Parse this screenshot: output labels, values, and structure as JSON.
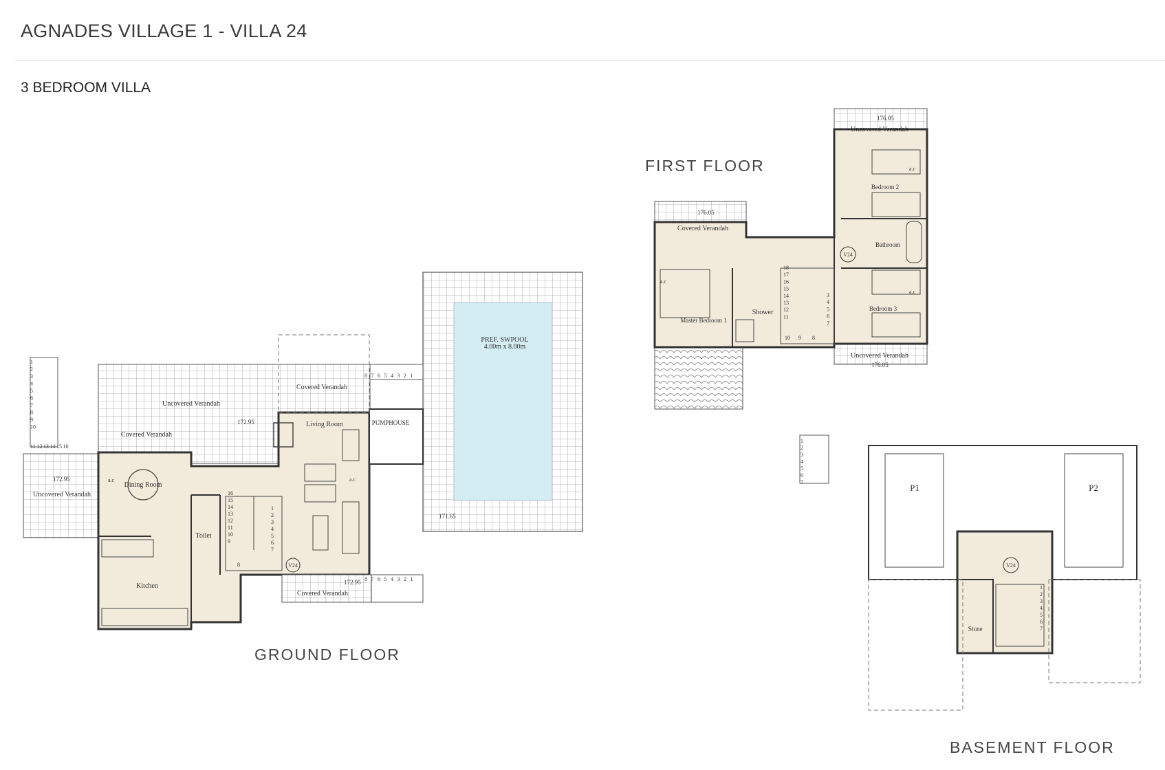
{
  "header": {
    "title": "AGNADES VILLAGE 1 - VILLA 24"
  },
  "subtitle": "3 BEDROOM VILLA",
  "floors": {
    "ground": {
      "label": "GROUND FLOOR",
      "rooms": {
        "uncovered_verandah_top": "Uncovered Verandah",
        "covered_verandah_top": "Covered Verandah",
        "covered_verandah_left": "Covered Verandah",
        "uncovered_verandah_left": "Uncovered Verandah",
        "living_room": "Living Room",
        "dining_room": "Dining Room",
        "toilet": "Toilet",
        "kitchen": "Kitchen",
        "pumphouse": "PUMPHOUSE",
        "covered_verandah_bottom": "Covered Verandah",
        "pool_name": "PREF. SWPOOL",
        "pool_size": "4.00m x 8.00m"
      },
      "levels": {
        "center": "172.95",
        "left": "172.95",
        "entrance": "172.95",
        "pool": "171.65"
      },
      "ac_left": "a.c",
      "ac_right": "a.c",
      "villa_tag": "V24",
      "stairs_left": [
        "1",
        "2",
        "3",
        "4",
        "5",
        "6",
        "7",
        "8",
        "9",
        "10"
      ],
      "stairs_left_bottom": [
        "11",
        "12",
        "13",
        "14",
        "15",
        "16"
      ],
      "stairs_main_left": [
        "16",
        "15",
        "14",
        "13",
        "12",
        "11",
        "10",
        "9"
      ],
      "stairs_main_right": [
        "1",
        "2",
        "3",
        "4",
        "5",
        "6",
        "7"
      ],
      "stairs_main_bottom": "8",
      "steps_top": [
        "8",
        "7",
        "6",
        "5",
        "4",
        "3",
        "2",
        "1"
      ],
      "steps_bottom": [
        "8",
        "7",
        "6",
        "5",
        "4",
        "3",
        "2",
        "1"
      ]
    },
    "first": {
      "label": "FIRST FLOOR",
      "rooms": {
        "covered_verandah": "Covered Verandah",
        "uncovered_verandah_top": "Uncovered Verandah",
        "uncovered_verandah_bottom": "Uncovered Verandah",
        "bedroom2": "Bedroom 2",
        "bedroom3": "Bedroom 3",
        "master_bedroom": "Master Bedroom 1",
        "bathroom": "Bathroom",
        "shower": "Shower"
      },
      "levels": {
        "verandah_left": "176.05",
        "verandah_top": "176.05",
        "verandah_bottom": "176.05"
      },
      "ac_master": "a.c",
      "ac_bed2": "a.c",
      "ac_bed3": "a.c",
      "villa_tag": "V24",
      "stairs_left": [
        "18",
        "17",
        "16",
        "15",
        "14",
        "13",
        "12",
        "11"
      ],
      "stairs_right": [
        "3",
        "4",
        "5",
        "6",
        "7"
      ],
      "stairs_bottom": [
        "10",
        "9",
        "8"
      ]
    },
    "basement": {
      "label": "BASEMENT FLOOR",
      "parking1": "P1",
      "parking2": "P2",
      "store": "Store",
      "villa_tag": "V24",
      "stairs_left": [
        "1",
        "2",
        "3",
        "4",
        "5",
        "6",
        "7"
      ],
      "stairs_right": [
        "1",
        "2",
        "3",
        "4",
        "5",
        "6",
        "7"
      ]
    }
  }
}
